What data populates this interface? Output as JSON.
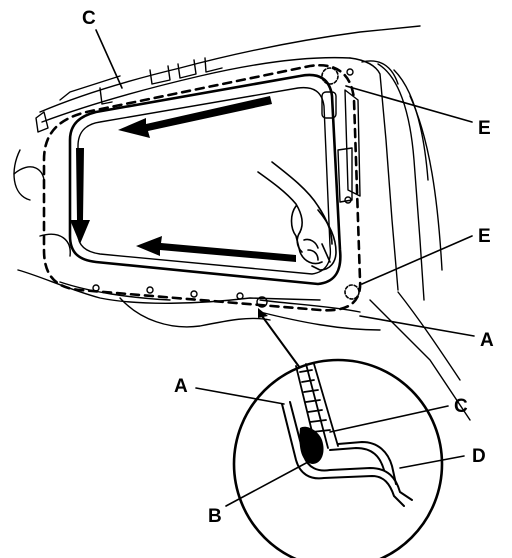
{
  "diagram": {
    "callouts": {
      "c_top": "C",
      "e_upper": "E",
      "e_lower": "E",
      "a_right": "A",
      "a_detail": "A",
      "b_detail": "B",
      "c_detail": "C",
      "d_detail": "D"
    }
  },
  "colors": {
    "ink": "#000000",
    "background": "#ffffff"
  }
}
